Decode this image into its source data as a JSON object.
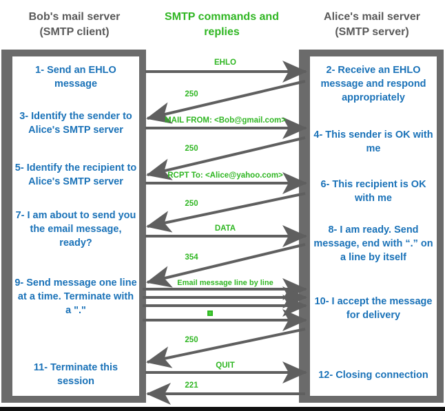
{
  "headers": {
    "left": "Bob's mail server\n(SMTP client)",
    "left_line1": "Bob's mail server",
    "left_line2": "(SMTP client)",
    "middle_line1": "SMTP commands and",
    "middle_line2": "replies",
    "right_line1": "Alice's mail server",
    "right_line2": "(SMTP server)"
  },
  "colors": {
    "header_grey": "#595959",
    "green": "#2fb622",
    "blue": "#1a72b8",
    "frame_grey": "#6b6b6b",
    "arrow_grey": "#5f5f5f"
  },
  "client_steps": [
    {
      "id": "step-1",
      "text": "1- Send an EHLO message"
    },
    {
      "id": "step-3",
      "text": "3- Identify the sender to Alice's SMTP server"
    },
    {
      "id": "step-5",
      "text": "5- Identify the recipient to Alice's SMTP server"
    },
    {
      "id": "step-7",
      "text": "7- I am about to send you the email message, ready?"
    },
    {
      "id": "step-9",
      "text": "9- Send message one line at a time. Terminate with a \".\""
    },
    {
      "id": "step-11",
      "text": "11- Terminate this session"
    }
  ],
  "server_steps": [
    {
      "id": "step-2",
      "text": "2- Receive an EHLO message and respond appropriately"
    },
    {
      "id": "step-4",
      "text": "4- This sender is OK with me"
    },
    {
      "id": "step-6",
      "text": "6- This recipient is OK with me"
    },
    {
      "id": "step-8",
      "text": "8-  I am ready. Send message, end with “.” on a line by itself"
    },
    {
      "id": "step-10",
      "text": "10-  I accept the message for delivery"
    },
    {
      "id": "step-12",
      "text": "12-  Closing connection"
    }
  ],
  "messages": [
    {
      "id": "msg-ehlo",
      "label": "EHLO",
      "direction": "client-to-server"
    },
    {
      "id": "msg-250-a",
      "label": "250",
      "direction": "server-to-client"
    },
    {
      "id": "msg-mail-from",
      "label": "MAIL FROM: <Bob@gmail.com>",
      "direction": "client-to-server"
    },
    {
      "id": "msg-250-b",
      "label": "250",
      "direction": "server-to-client"
    },
    {
      "id": "msg-rcpt-to",
      "label": "RCPT To: <Alice@yahoo.com>",
      "direction": "client-to-server"
    },
    {
      "id": "msg-250-c",
      "label": "250",
      "direction": "server-to-client"
    },
    {
      "id": "msg-data",
      "label": "DATA",
      "direction": "client-to-server"
    },
    {
      "id": "msg-354",
      "label": "354",
      "direction": "server-to-client"
    },
    {
      "id": "msg-email-body",
      "label": "Email message line by line",
      "direction": "client-to-server"
    },
    {
      "id": "msg-line-2",
      "label": "",
      "direction": "client-to-server"
    },
    {
      "id": "msg-line-3",
      "label": "",
      "direction": "client-to-server"
    },
    {
      "id": "msg-line-4",
      "label": "",
      "direction": "client-to-server"
    },
    {
      "id": "msg-250-d",
      "label": "250",
      "direction": "server-to-client"
    },
    {
      "id": "msg-quit",
      "label": "QUIT",
      "direction": "client-to-server"
    },
    {
      "id": "msg-221",
      "label": "221",
      "direction": "server-to-client"
    }
  ],
  "ellipsis_marker": "■"
}
